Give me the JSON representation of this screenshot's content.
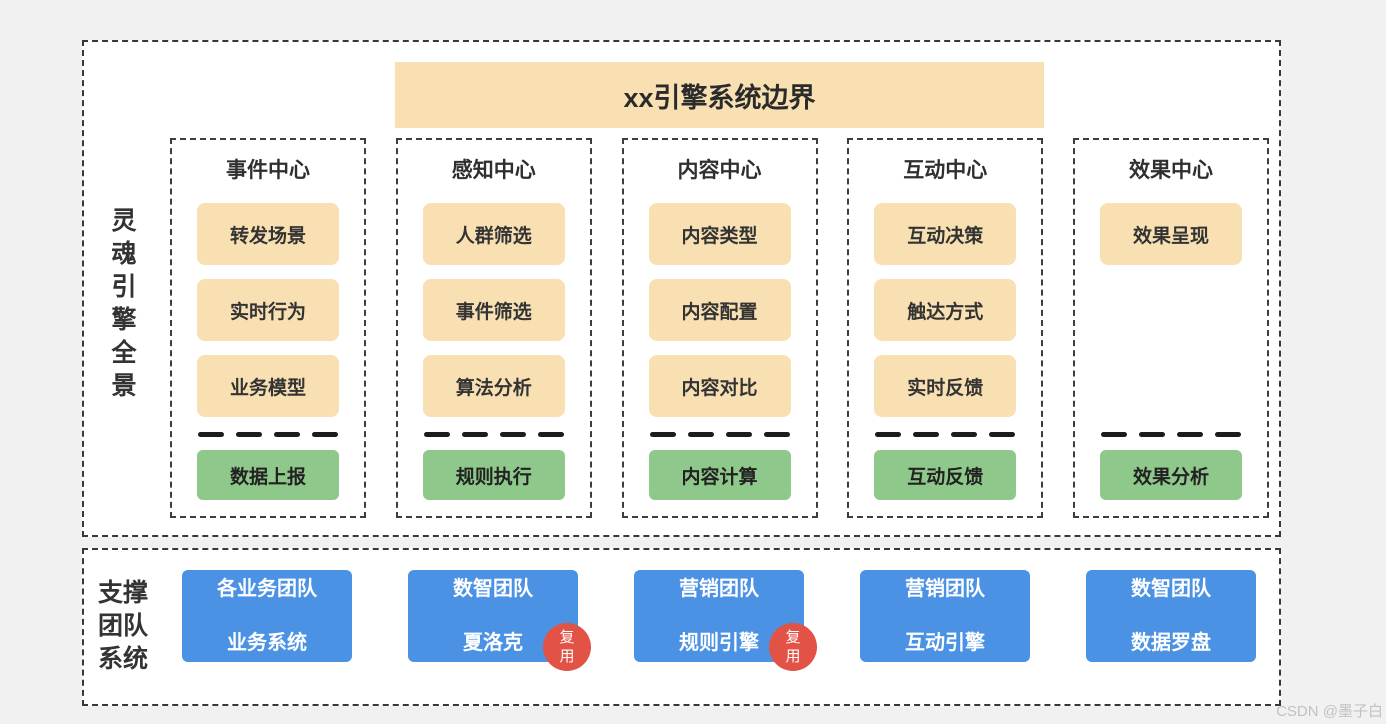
{
  "page": {
    "watermark": "CSDN @墨子白"
  },
  "colors": {
    "page_bg": "#f1f1f2",
    "panel_bg": "#ffffff",
    "border_dark": "#35383d",
    "orange_box": "#F8E0B3",
    "green_box": "#8FC88B",
    "blue_box": "#4B92E5",
    "red_badge": "#E25345",
    "text_dark": "#333333",
    "watermark_gray": "#c2c2c4"
  },
  "engine_panel": {
    "side_label": "灵魂引擎全景",
    "header": "xx引擎系统边界",
    "columns": [
      {
        "title": "事件中心",
        "items": [
          "转发场景",
          "实时行为",
          "业务模型"
        ],
        "footer": "数据上报"
      },
      {
        "title": "感知中心",
        "items": [
          "人群筛选",
          "事件筛选",
          "算法分析"
        ],
        "footer": "规则执行"
      },
      {
        "title": "内容中心",
        "items": [
          "内容类型",
          "内容配置",
          "内容对比"
        ],
        "footer": "内容计算"
      },
      {
        "title": "互动中心",
        "items": [
          "互动决策",
          "触达方式",
          "实时反馈"
        ],
        "footer": "互动反馈"
      },
      {
        "title": "效果中心",
        "items": [
          "效果呈现"
        ],
        "footer": "效果分析"
      }
    ]
  },
  "support_panel": {
    "side_label": "支撑团队系统",
    "teams": [
      {
        "team": "各业务团队",
        "system": "业务系统"
      },
      {
        "team": "数智团队",
        "system": "夏洛克",
        "badge": "复用"
      },
      {
        "team": "营销团队",
        "system": "规则引擎",
        "badge": "复用"
      },
      {
        "team": "营销团队",
        "system": "互动引擎"
      },
      {
        "team": "数智团队",
        "system": "数据罗盘"
      }
    ]
  }
}
